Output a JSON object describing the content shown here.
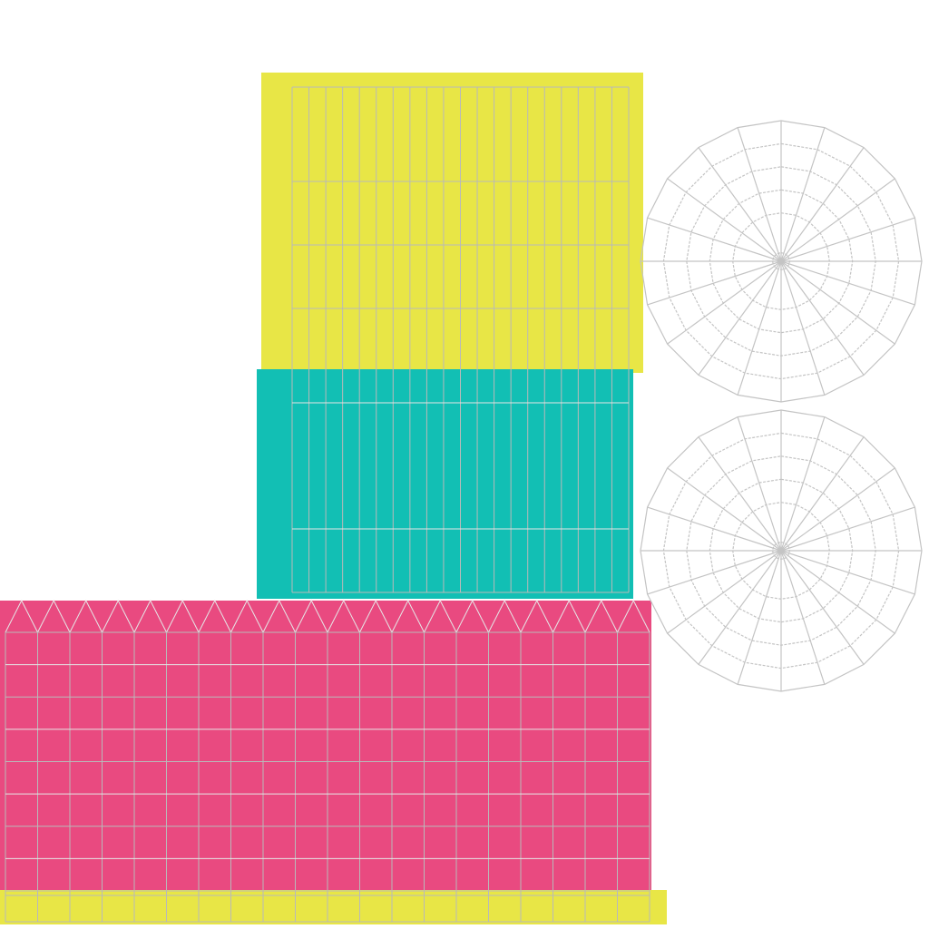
{
  "uv_layout": {
    "colors": {
      "background": "#ffffff",
      "yellow": "#e8e646",
      "teal": "#12bfb4",
      "pink": "#e94a80",
      "grid_line": "#b9b9b9",
      "grid_line_light": "#e6e6e6",
      "wheel_line": "#c4c4c4"
    },
    "islands": [
      {
        "name": "yellow-panel",
        "color": "yellow",
        "columns": 20,
        "rows": 4
      },
      {
        "name": "teal-panel",
        "color": "teal",
        "columns": 20,
        "rows": 3
      },
      {
        "name": "pink-panel",
        "color": "pink",
        "columns": 20,
        "rows": 8,
        "triangle_row": true
      },
      {
        "name": "yellow-strip",
        "color": "yellow",
        "columns": 20,
        "rows": 1
      }
    ],
    "wheels": [
      {
        "name": "wheel-top",
        "segments": 20,
        "rings": 5
      },
      {
        "name": "wheel-bottom",
        "segments": 20,
        "rings": 5
      }
    ]
  }
}
